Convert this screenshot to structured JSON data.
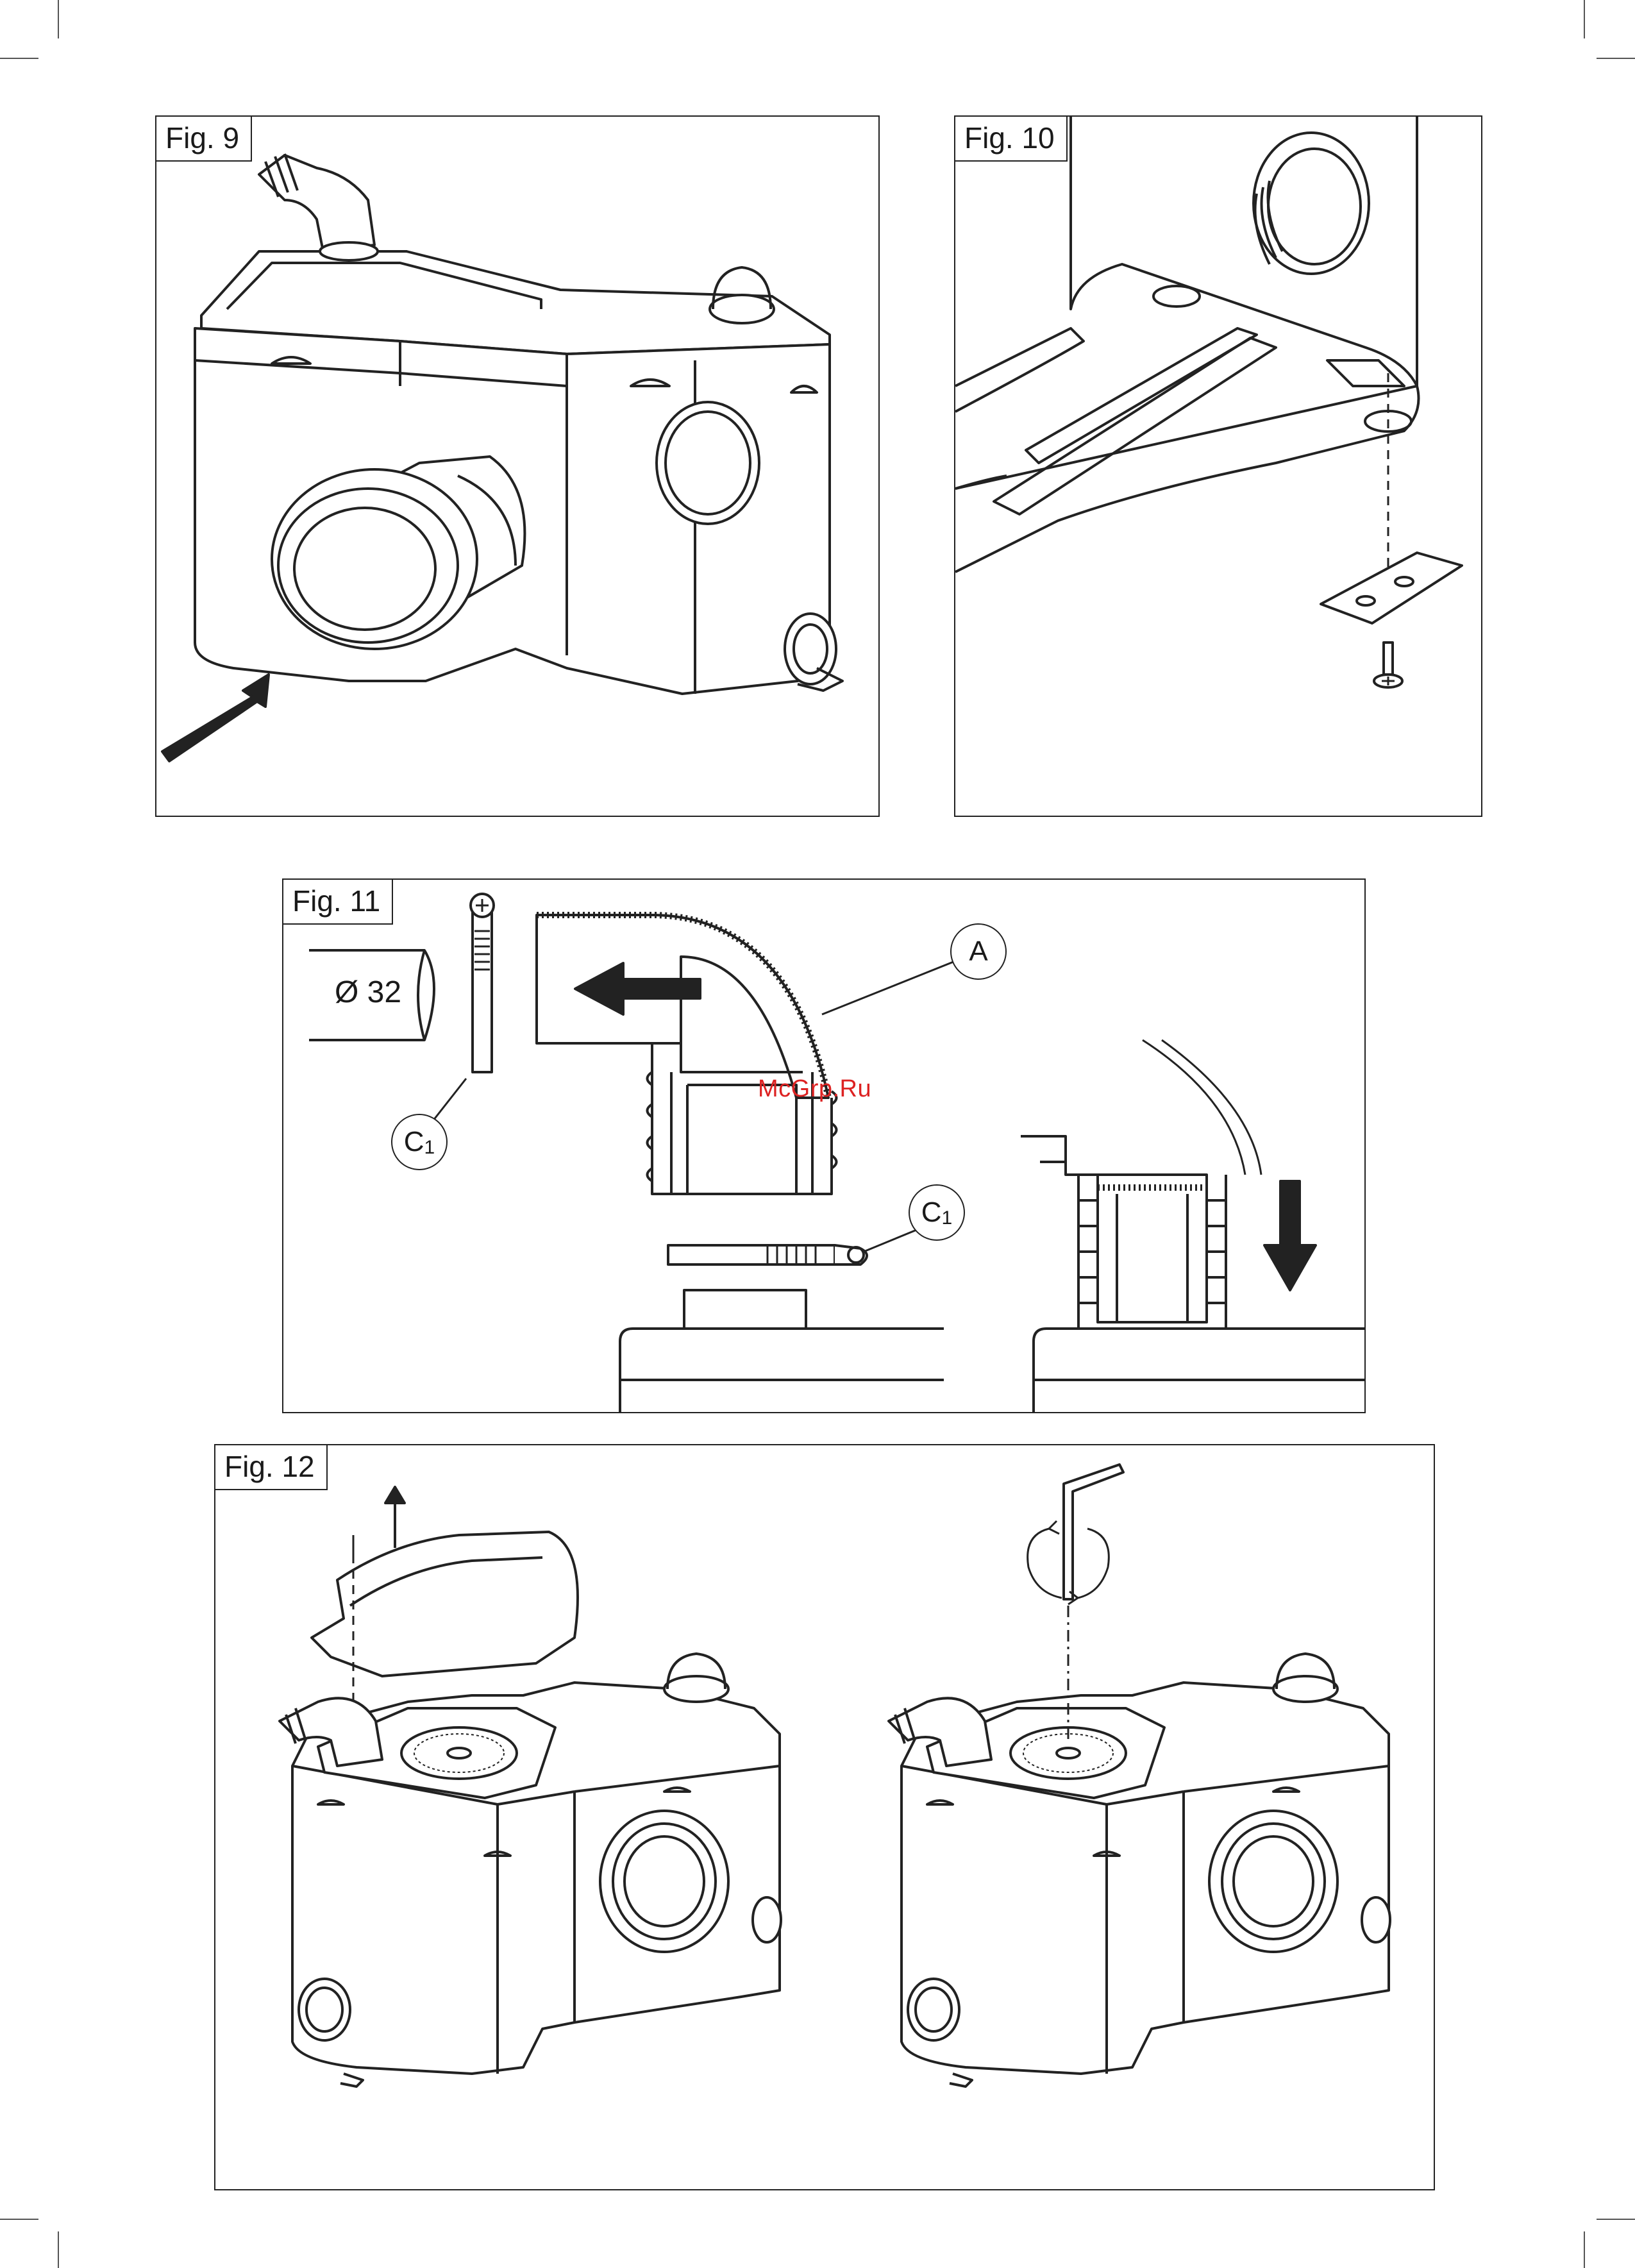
{
  "figures": {
    "fig9": {
      "label": "Fig. 9"
    },
    "fig10": {
      "label": "Fig. 10"
    },
    "fig11": {
      "label": "Fig. 11",
      "diameter": "Ø 32",
      "callout_a": "A",
      "callout_c1_left": "C",
      "callout_c1_left_sub": "1",
      "callout_c1_right": "C",
      "callout_c1_right_sub": "1"
    },
    "fig12": {
      "label": "Fig. 12"
    }
  },
  "watermark": "McGrp.Ru",
  "colors": {
    "line": "#222222",
    "watermark": "#dd2222"
  }
}
